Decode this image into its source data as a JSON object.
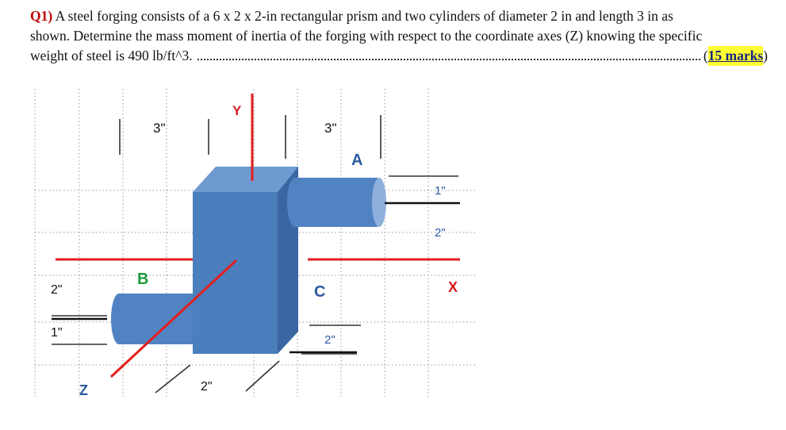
{
  "question": {
    "number": "Q1)",
    "line1": "A steel forging consists of a 6 x 2 x 2-in rectangular prism and two cylinders of diameter 2 in and length 3 in as",
    "line2": "shown. Determine the mass moment of inertia of the forging with respect to the coordinate axes (Z) knowing the specific",
    "line3": "weight of steel is 490 lb/ft^3.",
    "open_paren": "(",
    "marks": "15 marks",
    "close_paren": ")"
  },
  "figure": {
    "axis_y": "Y",
    "axis_x": "X",
    "axis_z": "Z",
    "label_a": "A",
    "label_b": "B",
    "label_c": "C",
    "dim_top_left": "3\"",
    "dim_top_right": "3\"",
    "dim_right_1": "1\"",
    "dim_right_2": "2\"",
    "dim_left_2": "2\"",
    "dim_left_1": "1\"",
    "dim_bottom_mid": "2\"",
    "dim_bottom_right": "2\"",
    "colors": {
      "prism_front": "#4a7ebd",
      "prism_top": "#6f9ad0",
      "prism_side": "#3a67a3",
      "cylinder": "#5183c3",
      "cylinder_end": "#8fb0dc",
      "axis_red": "#e41e1e",
      "label_green": "#1e9a3c",
      "label_blue": "#2b5aa0",
      "label_red": "#d91b1b"
    }
  }
}
